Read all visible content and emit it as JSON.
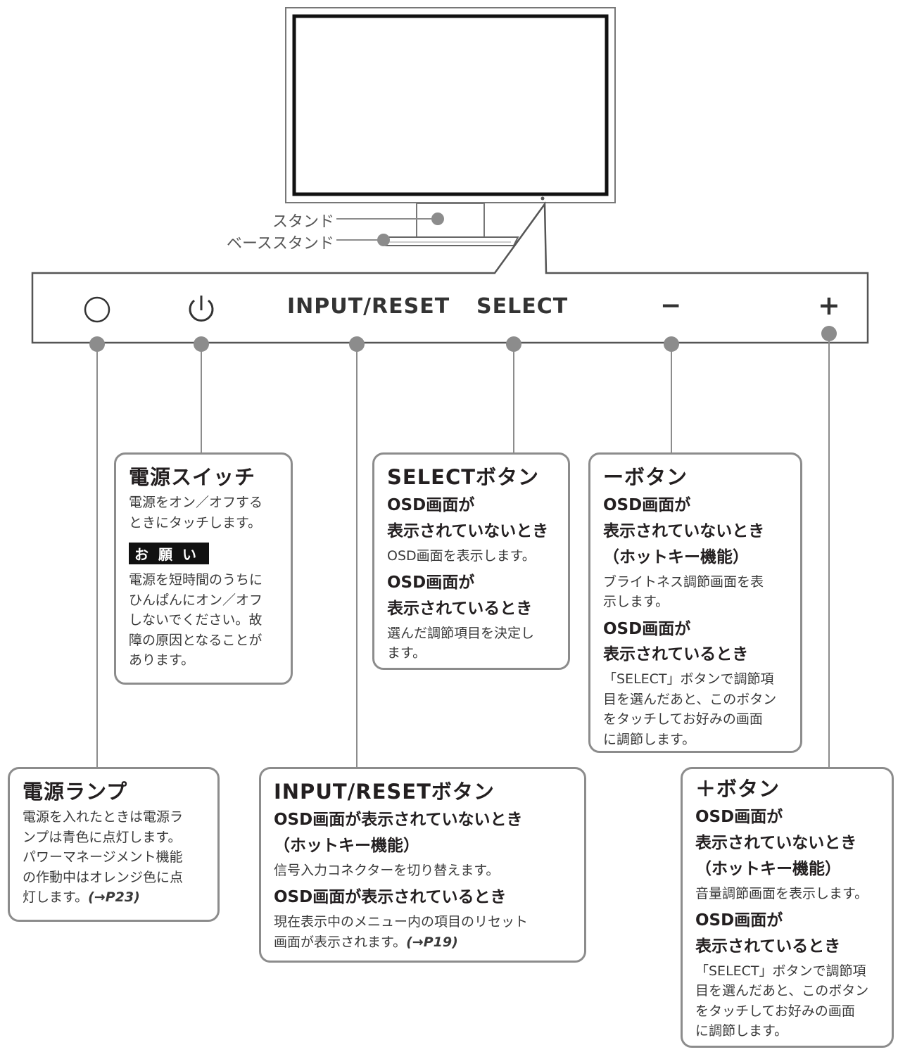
{
  "monitor_labels": {
    "stand": "スタンド",
    "base_stand": "ベーススタンド"
  },
  "panel": {
    "input_reset": "INPUT/RESET",
    "select": "SELECT",
    "minus": "−",
    "plus": "+"
  },
  "boxes": {
    "power_switch": {
      "title": "電源スイッチ",
      "desc": [
        "電源をオン／オフする",
        "ときにタッチします。"
      ],
      "notice_tag": "お願い",
      "notice": [
        "電源を短時間のうちに",
        "ひんぱんにオン／オフ",
        "しないでください。故",
        "障の原因となることが",
        "あります。"
      ]
    },
    "select_button": {
      "title": "SELECTボタン",
      "h1": [
        "OSD画面が",
        "表示されていないとき"
      ],
      "d1": "OSD画面を表示します。",
      "h2": [
        "OSD画面が",
        "表示されているとき"
      ],
      "d2": [
        "選んだ調節項目を決定し",
        "ます。"
      ]
    },
    "minus_button": {
      "title": "ーボタン",
      "h1": [
        "OSD画面が",
        "表示されていないとき",
        "（ホットキー機能）"
      ],
      "d1": [
        "ブライトネス調節画面を表",
        "示します。"
      ],
      "h2": [
        "OSD画面が",
        "表示されているとき"
      ],
      "d2": [
        "「SELECT」ボタンで調節項",
        "目を選んだあと、このボタン",
        "をタッチしてお好みの画面",
        "に調節します。"
      ]
    },
    "power_lamp": {
      "title": "電源ランプ",
      "desc": [
        "電源を入れたときは電源ラ",
        "ンプは青色に点灯します。",
        "パワーマネージメント機能",
        "の作動中はオレンジ色に点",
        "灯します。"
      ],
      "ref": "(→P23)"
    },
    "input_reset_button": {
      "title": "INPUT/RESETボタン",
      "h1": [
        "OSD画面が表示されていないとき",
        "（ホットキー機能）"
      ],
      "d1": "信号入力コネクターを切り替えます。",
      "h2": "OSD画面が表示されているとき",
      "d2": [
        "現在表示中のメニュー内の項目のリセット",
        "画面が表示されます。"
      ],
      "ref": "(→P19)"
    },
    "plus_button": {
      "title": "＋ボタン",
      "h1": [
        "OSD画面が",
        "表示されていないとき",
        "（ホットキー機能）"
      ],
      "d1": "音量調節画面を表示します。",
      "h2": [
        "OSD画面が",
        "表示されているとき"
      ],
      "d2": [
        "「SELECT」ボタンで調節項",
        "目を選んだあと、このボタン",
        "をタッチしてお好みの画面",
        "に調節します。"
      ]
    }
  },
  "colors": {
    "line": "#8c8c8c",
    "dot": "#8c8c8c",
    "frame": "#555555"
  }
}
